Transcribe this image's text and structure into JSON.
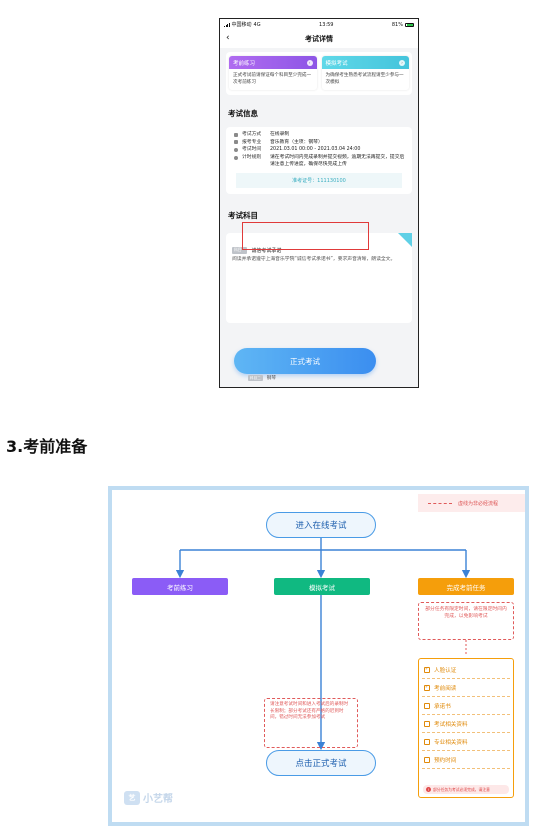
{
  "phone": {
    "status": {
      "carrier": "中国移动",
      "network": "4G",
      "time": "13:59",
      "battery": "81%"
    },
    "nav": {
      "back": "‹",
      "title": "考试详情"
    },
    "cards": [
      {
        "title": "考前练习",
        "arrow": "›",
        "desc": "正式考试前请保证每个科目至少完成一次考前练习"
      },
      {
        "title": "模拟考试",
        "arrow": "›",
        "desc": "为确保考生熟悉考试流程请至少参与一次模拟"
      }
    ],
    "exam_info": {
      "section_title": "考试信息",
      "rows": [
        {
          "label": "考试方式",
          "value": "在线录制"
        },
        {
          "label": "报考专业",
          "value": "音乐教育（主项：钢琴）"
        },
        {
          "label": "考试时间",
          "value": "2021.03.01 00:00 - 2021.03.04 24:00"
        },
        {
          "label": "计时规则",
          "value": "请在考试时间内完成录制并提交视频，逾期无法再提交，提交后请注意上传进度，确保尽快完成上传"
        }
      ],
      "ticket": "准考证号：111130100"
    },
    "subjects": {
      "section_title": "考试科目",
      "tag": "科目一",
      "name": "诚信考试承诺",
      "desc": "阅读并承诺遵守上海音乐学院“诚信考试承诺书”，要求声音清晰，朗读全文。",
      "tag2": "科目二",
      "name2": "钢琴"
    },
    "start_button": "正式考试"
  },
  "section_heading": "3.考前准备",
  "flow": {
    "legend": "虚线为非必经流程",
    "entry": "进入在线考试",
    "branches": [
      "考前练习",
      "模拟考试",
      "完成考前任务"
    ],
    "right_note": "部分任务有限定时间，请在限定时间内完成，以免影响考试",
    "mid_note": "请注意考试时间和进入考试后的录制时长限制；部分考试还有严格的迟到时间，错过时间无法参加考试",
    "tasks": [
      {
        "label": "人脸认证",
        "checked": "✓"
      },
      {
        "label": "考前阅读",
        "checked": "✓"
      },
      {
        "label": "承诺书",
        "checked": ""
      },
      {
        "label": "考试相关资料",
        "checked": ""
      },
      {
        "label": "专业相关资料",
        "checked": ""
      },
      {
        "label": "预约时间",
        "checked": ""
      }
    ],
    "task_note": "!",
    "task_note_text": "部分任务为考试必须完成，请注意",
    "final": "点击正式考试",
    "watermark": "小艺帮",
    "watermark_logo": "艺"
  }
}
